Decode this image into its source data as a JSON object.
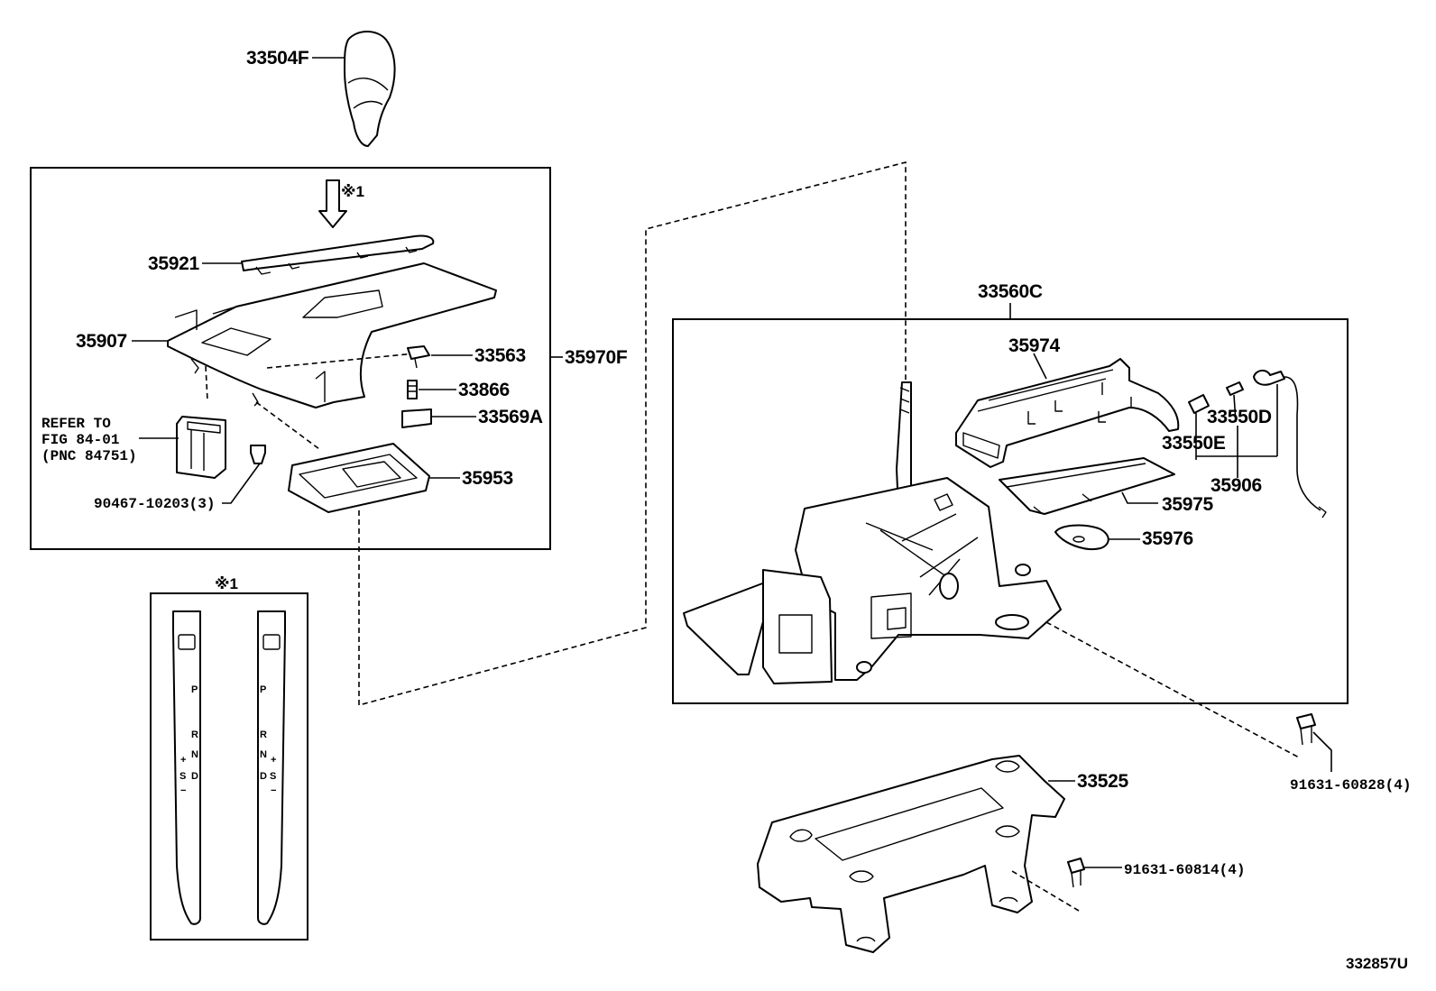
{
  "diagram": {
    "drawing_number": "332857U",
    "note_mark": "※1",
    "frames": {
      "console_group": {
        "label": "35970F"
      },
      "shift_lever_group": {
        "label": "33560C"
      },
      "indicator_detail": {
        "label": "※1"
      }
    },
    "callouts": {
      "knob": "33504F",
      "cover_plate": "35921",
      "panel": "35907",
      "switch_note_line1": "REFER TO",
      "switch_note_line2": "FIG 84-01",
      "switch_note_line3": "(PNC 84751)",
      "clip": "90467-10203(3)",
      "holder_33563": "33563",
      "spring_33866": "33866",
      "stopper_33569A": "33569A",
      "housing_35953": "35953",
      "lever_position_plate": "35974",
      "bulb_35550D": "33550D",
      "bulb_35550E": "33550E",
      "wire_35906": "35906",
      "slider_35975": "35975",
      "washer_35976": "35976",
      "bolt_60828": "91631-60828(4)",
      "bracket_33525": "33525",
      "bolt_60814": "91631-60814(4)"
    },
    "indicator_strips": [
      {
        "positions": [
          "P",
          "R",
          "N",
          "D"
        ],
        "side_marks": [
          "+",
          "S",
          "−"
        ]
      },
      {
        "positions": [
          "P",
          "R",
          "N",
          "D"
        ],
        "side_marks": [
          "+",
          "S",
          "−"
        ]
      }
    ]
  }
}
